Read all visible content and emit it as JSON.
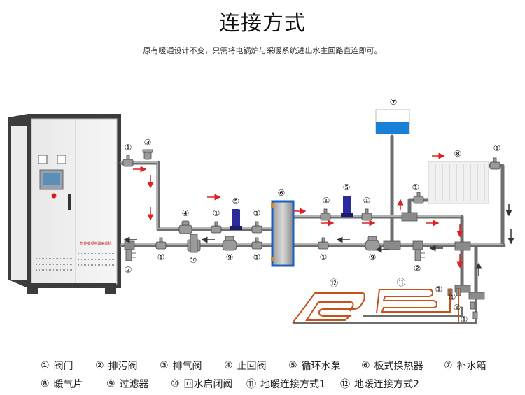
{
  "header": {
    "title": "连接方式",
    "subtitle": "原有暖通设计不变，只需将电锅炉与采暖系统进出水主回路直连即可。"
  },
  "boiler": {
    "panel_label": "智能变频电磁采暖机"
  },
  "callouts": {
    "valve": "①",
    "drain_valve": "②",
    "air_vent": "③",
    "check_valve": "④",
    "pump": "⑤",
    "heat_exchanger": "⑥",
    "tank": "⑦",
    "radiator": "⑧",
    "filter": "⑨",
    "return_valve": "⑩",
    "floor_heating_1": "⑪",
    "floor_heating_2": "⑫"
  },
  "colors": {
    "pipe": "#6e6e6e",
    "flow_arrow_hot": "#e02020",
    "flow_arrow_cold": "#333333",
    "floor_loop": "#c8501a",
    "tank_water": "#1a7fd6",
    "pump": "#2a2a9c",
    "exchanger_frame": "#1a5fbf"
  },
  "legend": [
    [
      {
        "num": "①",
        "label": "阀门"
      },
      {
        "num": "②",
        "label": "排污阀"
      },
      {
        "num": "③",
        "label": "排气阀"
      },
      {
        "num": "④",
        "label": "止回阀"
      },
      {
        "num": "⑤",
        "label": "循环水泵"
      },
      {
        "num": "⑥",
        "label": "板式换热器"
      },
      {
        "num": "⑦",
        "label": "补水箱"
      }
    ],
    [
      {
        "num": "⑧",
        "label": "暖气片"
      },
      {
        "num": "⑨",
        "label": "过滤器"
      },
      {
        "num": "⑩",
        "label": "回水启闭阀"
      },
      {
        "num": "⑪",
        "label": "地暖连接方式1"
      },
      {
        "num": "⑫",
        "label": "地暖连接方式2"
      }
    ]
  ]
}
